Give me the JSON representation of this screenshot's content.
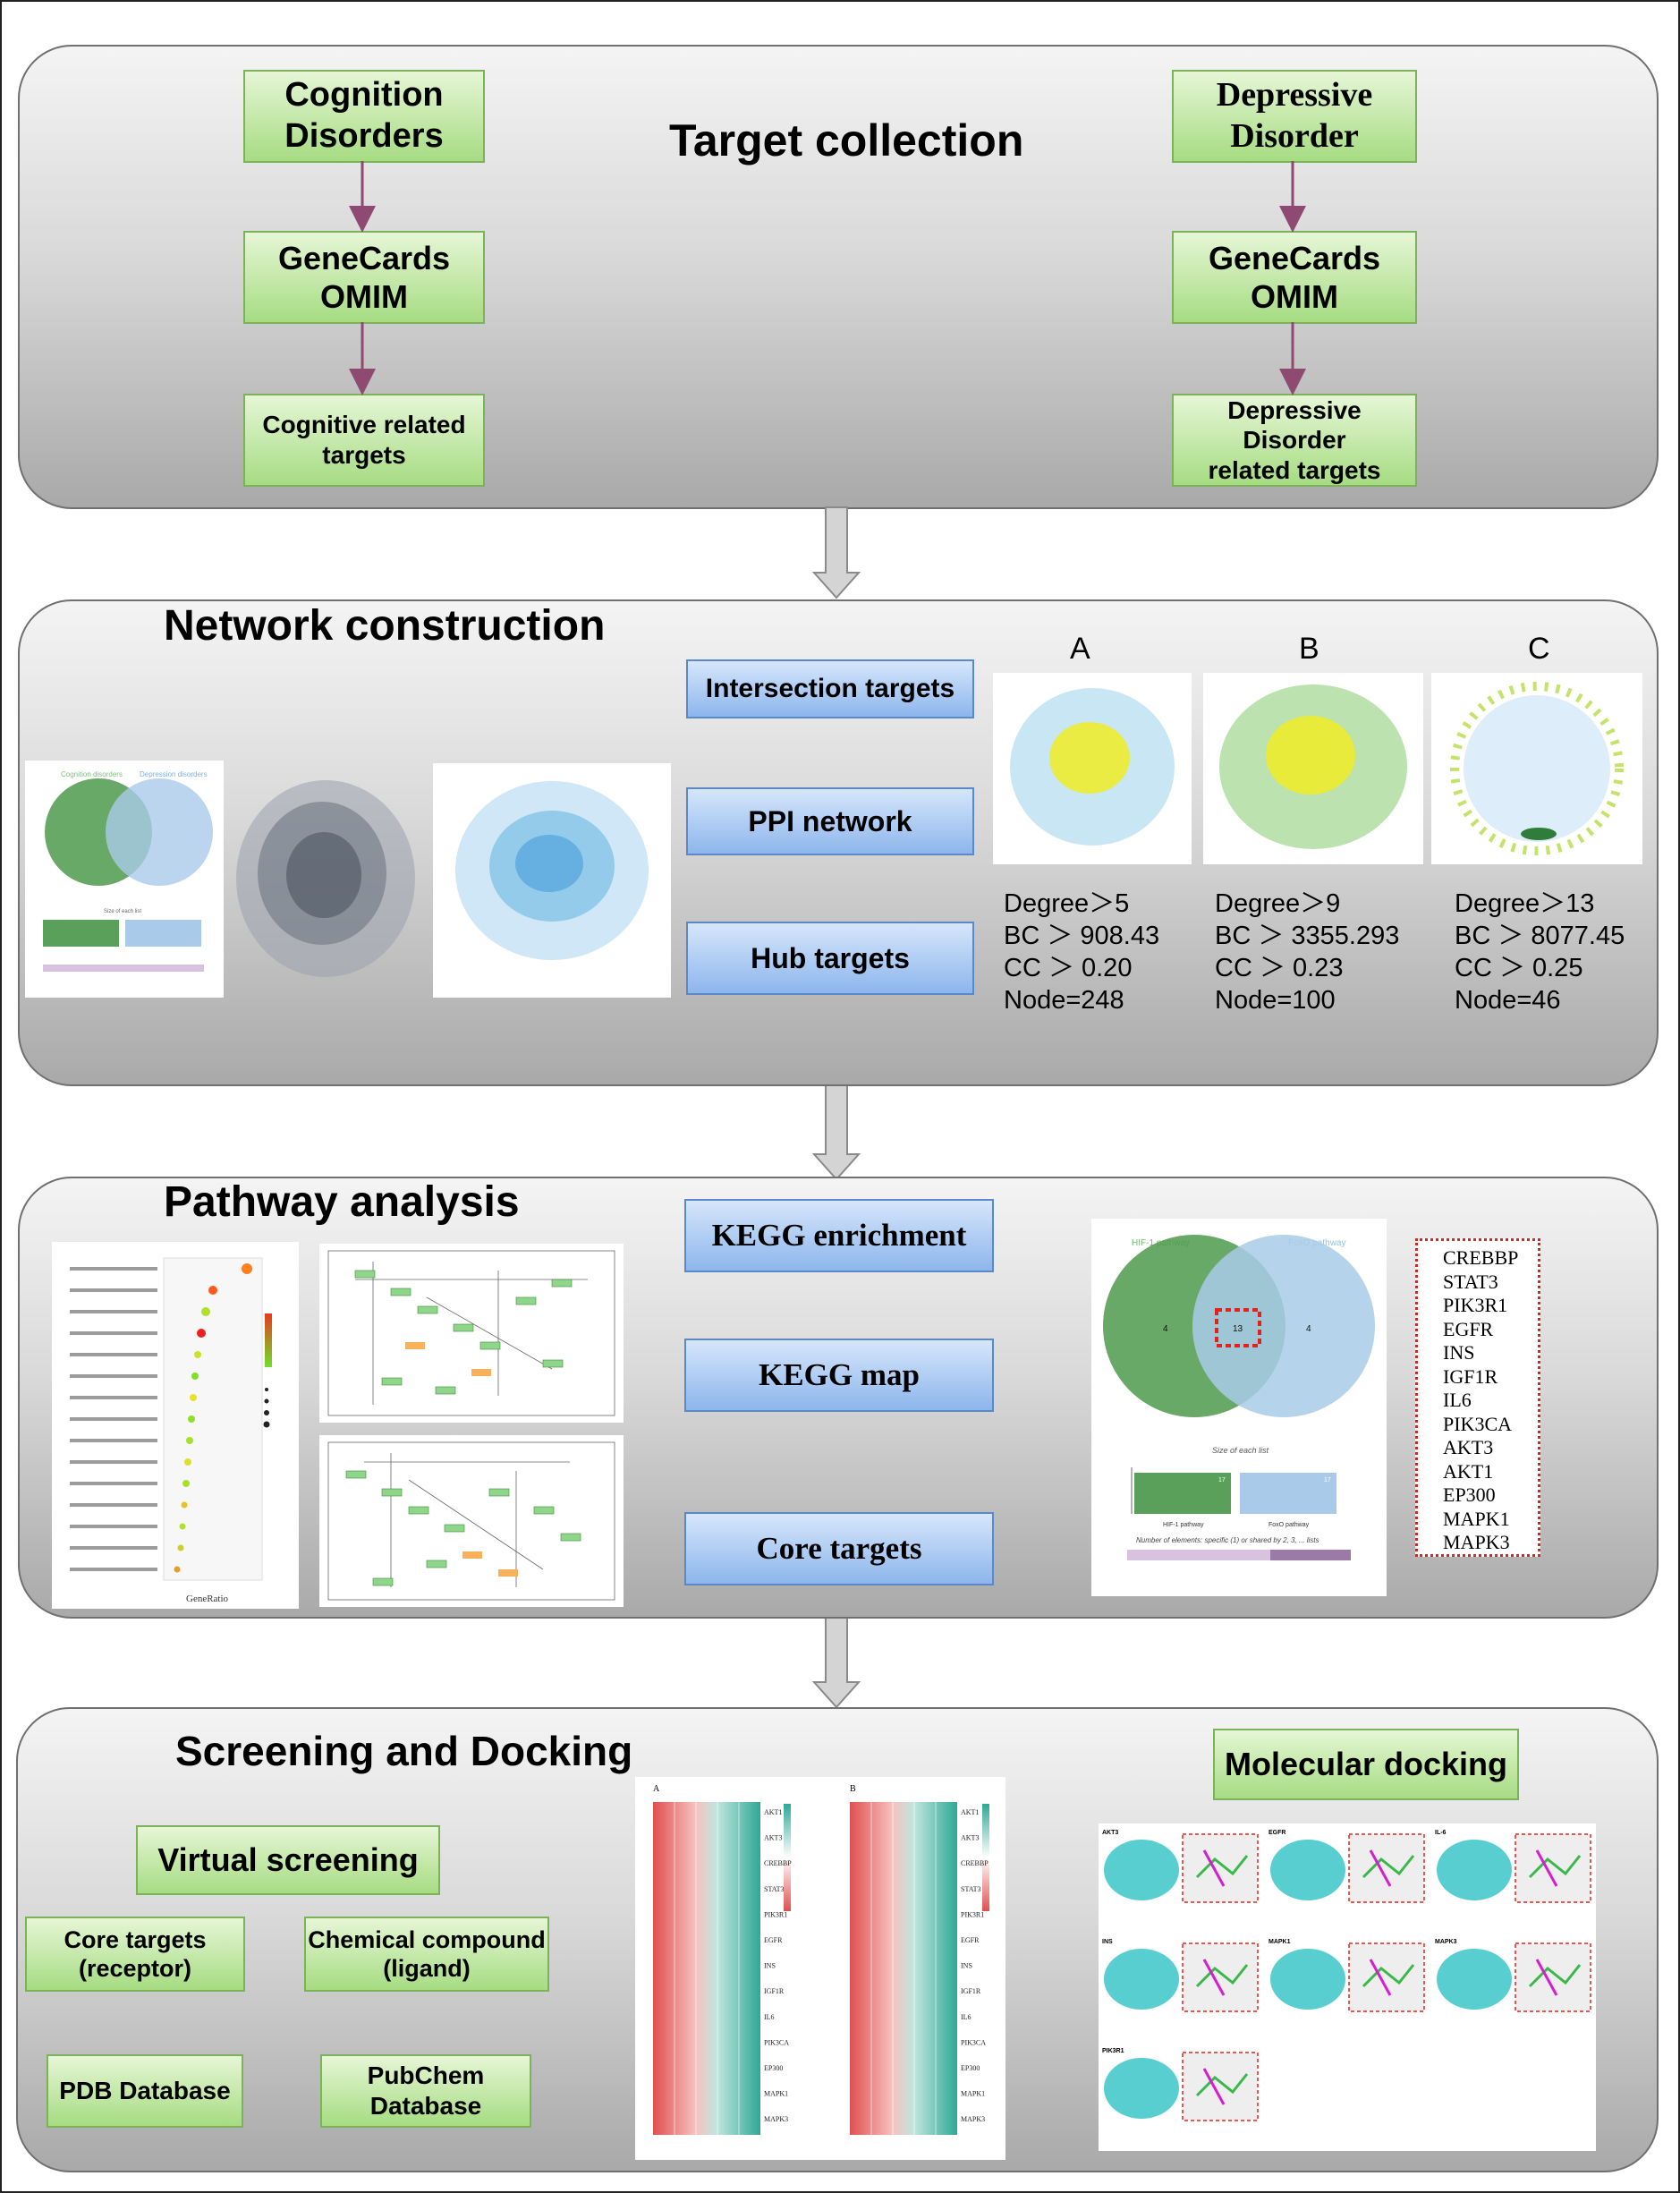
{
  "target_collection": {
    "title": "Target collection",
    "left_chain": [
      "Cognition\nDisorders",
      "GeneCards\nOMIM",
      "Cognitive related\ntargets"
    ],
    "right_chain": [
      "Depressive\nDisorder",
      "GeneCards\nOMIM",
      "Depressive Disorder\nrelated targets"
    ]
  },
  "network_construction": {
    "title": "Network construction",
    "steps": [
      "Intersection targets",
      "PPI network",
      "Hub targets"
    ],
    "venn_labels": [
      "Cognition disorders",
      "Depression disorders",
      "Size of each list"
    ],
    "subnetworks": [
      {
        "label": "A",
        "stats": "Degree＞5\nBC ＞ 908.43\nCC ＞ 0.20\nNode=248"
      },
      {
        "label": "B",
        "stats": "Degree＞9\nBC ＞ 3355.293\nCC ＞ 0.23\nNode=100"
      },
      {
        "label": "C",
        "stats": "Degree＞13\nBC ＞ 8077.45\nCC ＞ 0.25\nNode=46"
      }
    ]
  },
  "pathway_analysis": {
    "title": "Pathway analysis",
    "steps": [
      "KEGG enrichment",
      "KEGG map",
      "Core targets"
    ],
    "dotplot_xlabel": "GeneRatio",
    "venn": {
      "left_label": "HIF-1 pathway",
      "right_label": "FoxO pathway",
      "left_count": "4",
      "mid_count": "13",
      "right_count": "4",
      "bar_title": "Size of each list",
      "bar_labels": [
        "HIF-1 pathway",
        "FoxO pathway"
      ],
      "bar_values": [
        "17",
        "17"
      ],
      "bottom_caption": "Number of elements: specific (1) or shared by 2, 3, ... lists"
    },
    "core_genes": [
      "CREBBP",
      "STAT3",
      "PIK3R1",
      "EGFR",
      "INS",
      "IGF1R",
      "IL6",
      "PIK3CA",
      "AKT3",
      "AKT1",
      "EP300",
      "MAPK1",
      "MAPK3"
    ]
  },
  "screening_docking": {
    "title": "Screening and Docking",
    "virtual_screening": "Virtual screening",
    "receptor": "Core targets\n(receptor)",
    "ligand": "Chemical compound\n(ligand)",
    "pdb": "PDB Database",
    "pubchem": "PubChem\nDatabase",
    "molecular_docking": "Molecular docking",
    "heatmap_panels": [
      "A",
      "B"
    ],
    "heatmap_genes": [
      "AKT1",
      "AKT3",
      "CREBBP",
      "STAT3",
      "PIK3R1",
      "EGFR",
      "INS",
      "IGF1R",
      "IL6",
      "PIK3CA",
      "EP300",
      "MAPK1",
      "MAPK3"
    ],
    "docking_labels": [
      "AKT3",
      "EGFR",
      "IL-6",
      "INS",
      "MAPK1",
      "MAPK3",
      "PIK3R1"
    ]
  },
  "colors": {
    "green_box": "#a6dc82",
    "blue_box": "#8db6ec",
    "arrow": "#8e4a70",
    "pink_arrow": "#e49bb8",
    "gray_arrow": "#c8c8c8"
  }
}
